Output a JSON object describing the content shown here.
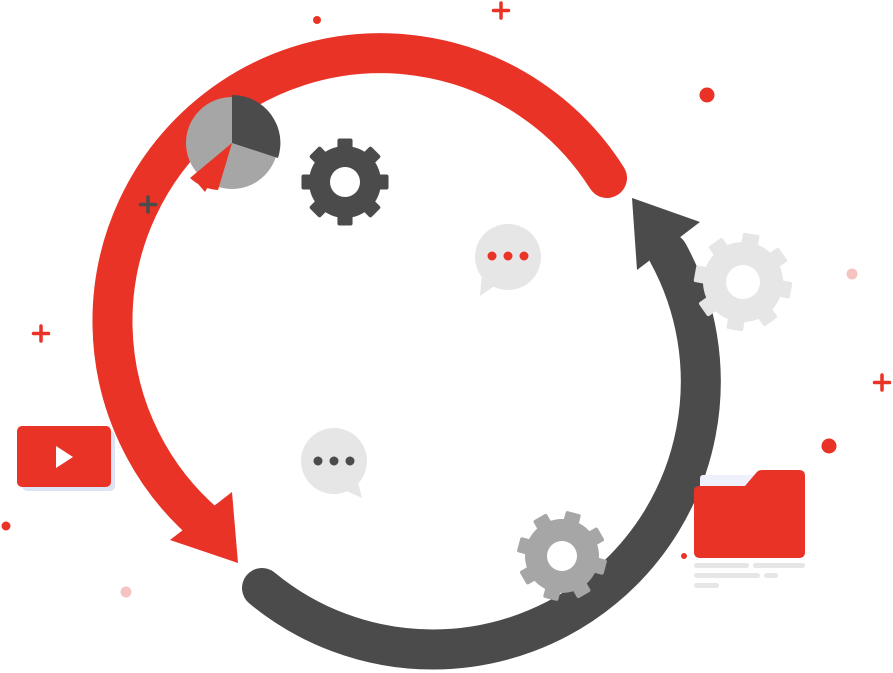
{
  "illustration": {
    "subject": "cycle",
    "colors": {
      "red": "#e93326",
      "dark": "#4b4b4b",
      "mid_gray": "#a6a6a6",
      "light_gray": "#e6e6e6",
      "pale_red": "#f6c4c0",
      "pale_blue": "#eef1fb"
    },
    "icons": [
      "cycle-arrows",
      "pie-chart-icon",
      "gear-icon",
      "chat-bubble-icon",
      "video-play-icon",
      "folder-icon",
      "plus-sparkle",
      "dot-sparkle"
    ]
  }
}
